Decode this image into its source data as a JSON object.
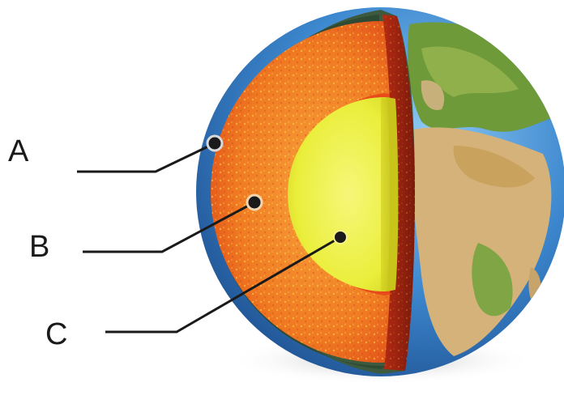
{
  "diagram": {
    "labels": [
      {
        "id": "A",
        "text": "A"
      },
      {
        "id": "B",
        "text": "B"
      },
      {
        "id": "C",
        "text": "C"
      }
    ]
  }
}
